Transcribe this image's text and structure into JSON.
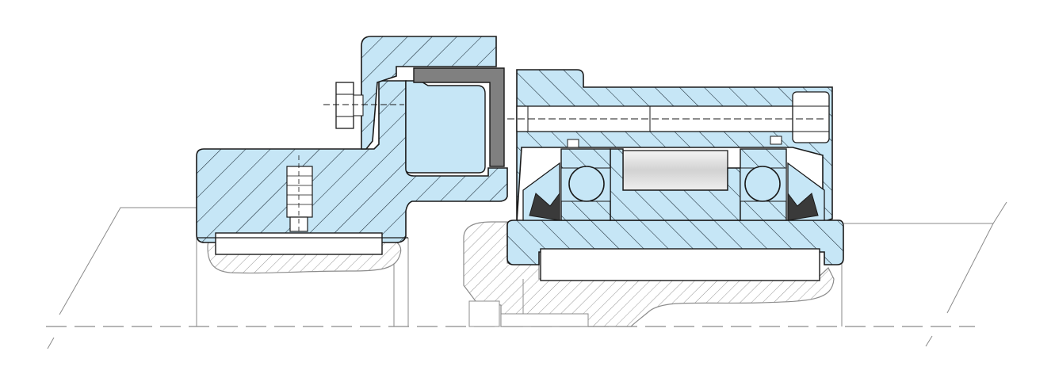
{
  "colors": {
    "part_fill": "#c6e6f6",
    "hatch_blue": "#1a2a35",
    "outline": "#1a1a1a",
    "seal_dark": "#3a3a3a",
    "liner_grey": "#808080",
    "shaft_hatch": "#8c8c8c",
    "sprag_fill": "#e4e4e4",
    "background": "#ffffff"
  },
  "drawing": {
    "kind": "cross-section of freewheel clutch unit",
    "parts": [
      "flange",
      "end-cap",
      "friction-liner",
      "outer-race",
      "inner-race",
      "ball-bearing-left",
      "ball-bearing-right",
      "sprag-cage",
      "seal-left",
      "seal-right",
      "cap-screw",
      "hex-bolt",
      "set-screw",
      "shaft-key-left",
      "shaft-key-right",
      "shaft-hub"
    ],
    "icons": [
      "bolt-icon",
      "screw-icon",
      "seal-icon"
    ]
  }
}
